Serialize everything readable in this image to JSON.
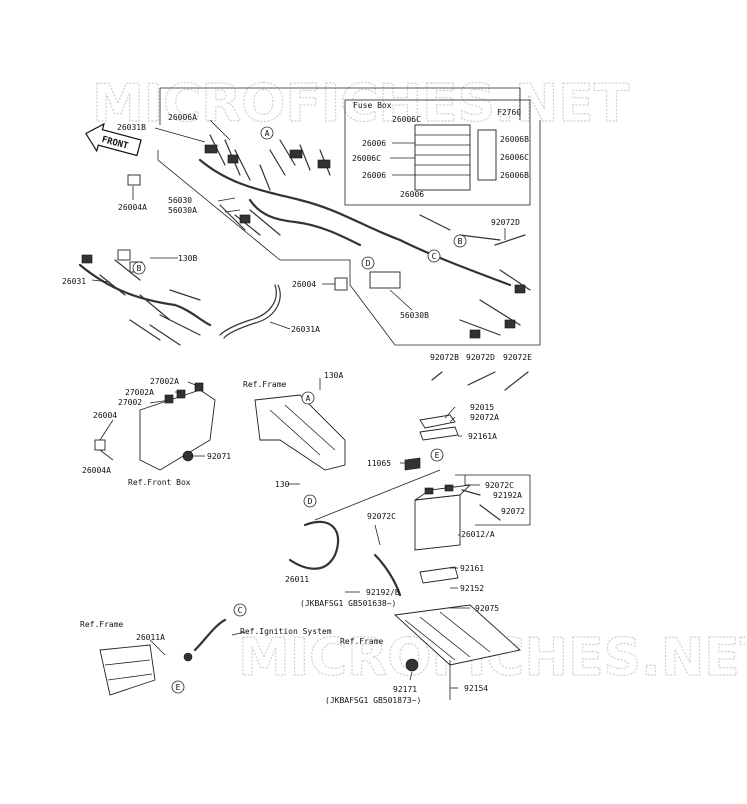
{
  "watermarks": [
    "MICROFICHES.NET",
    "MICROFICHES.NET"
  ],
  "diagram_code": "F2760",
  "front_badge": "FRONT",
  "fuse_box": {
    "title": "Fuse Box",
    "labels_left": [
      "26006C",
      "26006",
      "26006C",
      "26006",
      "26006"
    ],
    "labels_right": [
      "26006B",
      "26006C",
      "26006B"
    ]
  },
  "callouts": [
    "A",
    "B",
    "C",
    "D",
    "E"
  ],
  "parts": {
    "p26031B": "26031B",
    "p26006A": "26006A",
    "p26004A_top": "26004A",
    "p56030": "56030",
    "p56030A": "56030A",
    "p92072D_top": "92072D",
    "p26031": "26031",
    "p130B": "130B",
    "p26004": "26004",
    "p56030B": "56030B",
    "p26031A": "26031A",
    "p92072B": "92072B",
    "p92072D": "92072D",
    "p92072E": "92072E",
    "p27002A_1": "27002A",
    "p27002A_2": "27002A",
    "p27002": "27002",
    "p26004_mid": "26004",
    "p26004A_mid": "26004A",
    "p92071": "92071",
    "p130A": "130A",
    "p92015": "92015",
    "p92072A": "92072A",
    "p92161A": "92161A",
    "p11065": "11065",
    "p92072C_right": "92072C",
    "p92192A": "92192A",
    "p92072": "92072",
    "p130": "130",
    "p92072C_left": "92072C",
    "p26012": "26012/A",
    "p26011": "26011",
    "p92161": "92161",
    "p92152": "92152",
    "p92192B": "92192/B",
    "p92075": "92075",
    "p26011A": "26011A",
    "p92171": "92171",
    "p92154": "92154"
  },
  "refs": {
    "frame_top": "Ref.Frame",
    "front_box": "Ref.Front Box",
    "frame_left": "Ref.Frame",
    "ignition": "Ref.Ignition System",
    "frame_bottom": "Ref.Frame"
  },
  "serial_notes": {
    "note1": "(JKBAFSG1 GB501638~)",
    "note2": "(JKBAFSG1 GB501873~)"
  }
}
